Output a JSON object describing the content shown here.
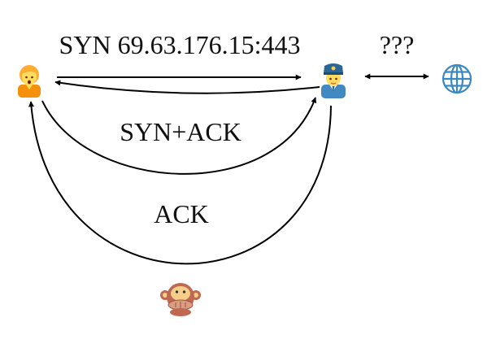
{
  "labels": {
    "syn": "SYN 69.63.176.15:443",
    "unknown": "???",
    "syn_ack": "SYN+ACK",
    "ack": "ACK"
  },
  "actors": {
    "client": {
      "icon": "person-icon"
    },
    "proxy": {
      "icon": "police-officer-icon"
    },
    "server": {
      "icon": "globe-icon"
    },
    "observer": {
      "icon": "speak-no-evil-monkey-icon"
    }
  },
  "colors": {
    "line": "#000000",
    "skin": "#FFDC5D",
    "hair": "#FFAC33",
    "shirt": "#F4900C",
    "uniform": "#4289C1",
    "uniform_dark": "#2A6797",
    "globe": "#3B88C3",
    "monkey_fur": "#BF6952",
    "monkey_face": "#F5CF89"
  }
}
